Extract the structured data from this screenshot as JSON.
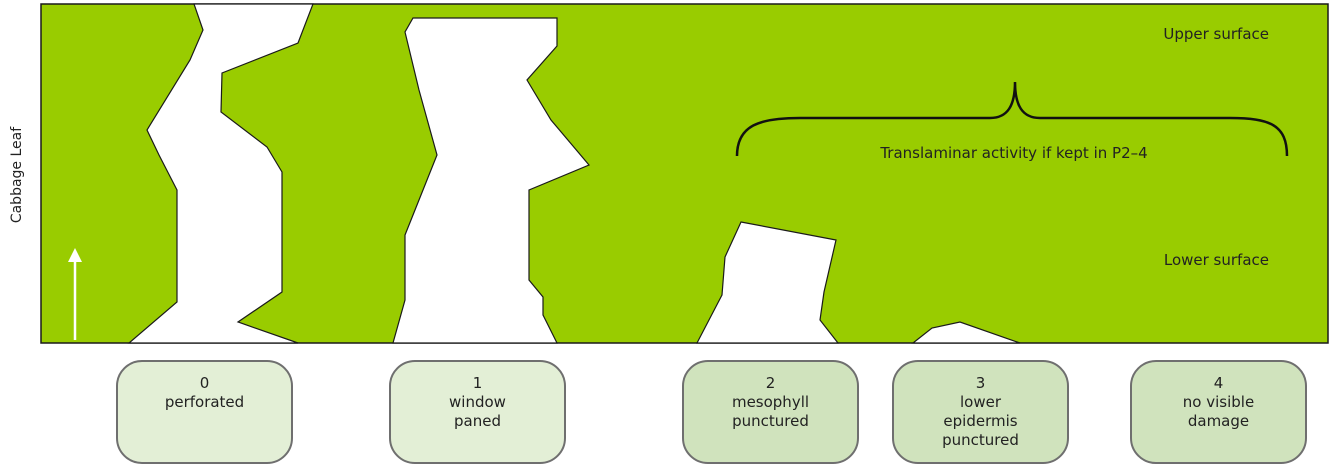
{
  "leaf": {
    "axis_label": "Cabbage Leaf",
    "upper_label": "Upper surface",
    "lower_label": "Lower surface",
    "brace_label": "Translaminar activity if kept in P2–4"
  },
  "colors": {
    "leaf": "#99cc00",
    "outline": "#1a1a1a",
    "box_light": "#e3efd6",
    "box_medium": "#d0e3bd",
    "border": "#6f6f6f"
  },
  "categories": [
    {
      "score": "0",
      "lines": [
        "perforated"
      ],
      "fill": "#e3efd6"
    },
    {
      "score": "1",
      "lines": [
        "window",
        "paned"
      ],
      "fill": "#e3efd6"
    },
    {
      "score": "2",
      "lines": [
        "mesophyll",
        "punctured"
      ],
      "fill": "#d0e3bd"
    },
    {
      "score": "3",
      "lines": [
        "lower",
        "epidermis",
        "punctured"
      ],
      "fill": "#d0e3bd"
    },
    {
      "score": "4",
      "lines": [
        "no visible",
        "damage"
      ],
      "fill": "#d0e3bd"
    }
  ]
}
